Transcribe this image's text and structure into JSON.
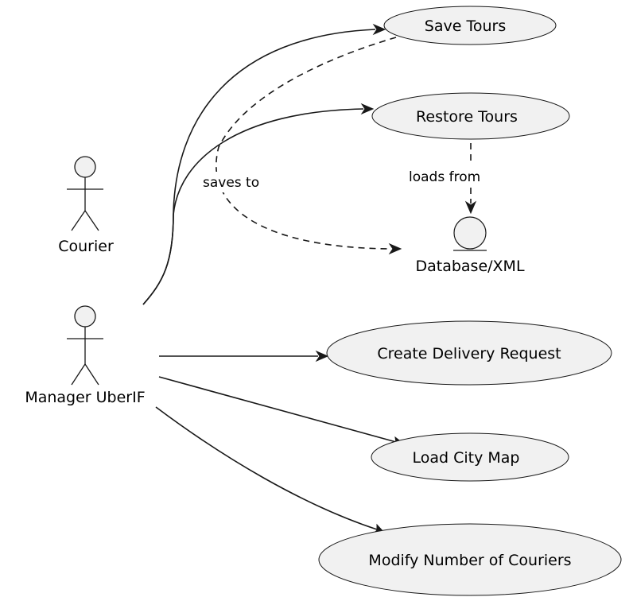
{
  "actors": [
    {
      "id": "courier",
      "label": "Courier"
    },
    {
      "id": "manager",
      "label": "Manager UberIF"
    }
  ],
  "use_cases": [
    {
      "id": "save_tours",
      "label": "Save Tours"
    },
    {
      "id": "restore_tours",
      "label": "Restore Tours"
    },
    {
      "id": "create_delivery_request",
      "label": "Create Delivery Request"
    },
    {
      "id": "load_city_map",
      "label": "Load City Map"
    },
    {
      "id": "modify_number_of_couriers",
      "label": "Modify Number of Couriers"
    }
  ],
  "entities": [
    {
      "id": "database",
      "label": "Database/XML"
    }
  ],
  "relations": [
    {
      "from": "manager",
      "to": "save_tours",
      "style": "solid",
      "label": ""
    },
    {
      "from": "manager",
      "to": "restore_tours",
      "style": "solid",
      "label": ""
    },
    {
      "from": "manager",
      "to": "create_delivery_request",
      "style": "solid",
      "label": ""
    },
    {
      "from": "manager",
      "to": "load_city_map",
      "style": "solid",
      "label": ""
    },
    {
      "from": "manager",
      "to": "modify_number_of_couriers",
      "style": "solid",
      "label": ""
    },
    {
      "from": "save_tours",
      "to": "database",
      "style": "dashed",
      "label": "saves to"
    },
    {
      "from": "restore_tours",
      "to": "database",
      "style": "dashed",
      "label": "loads from"
    }
  ]
}
